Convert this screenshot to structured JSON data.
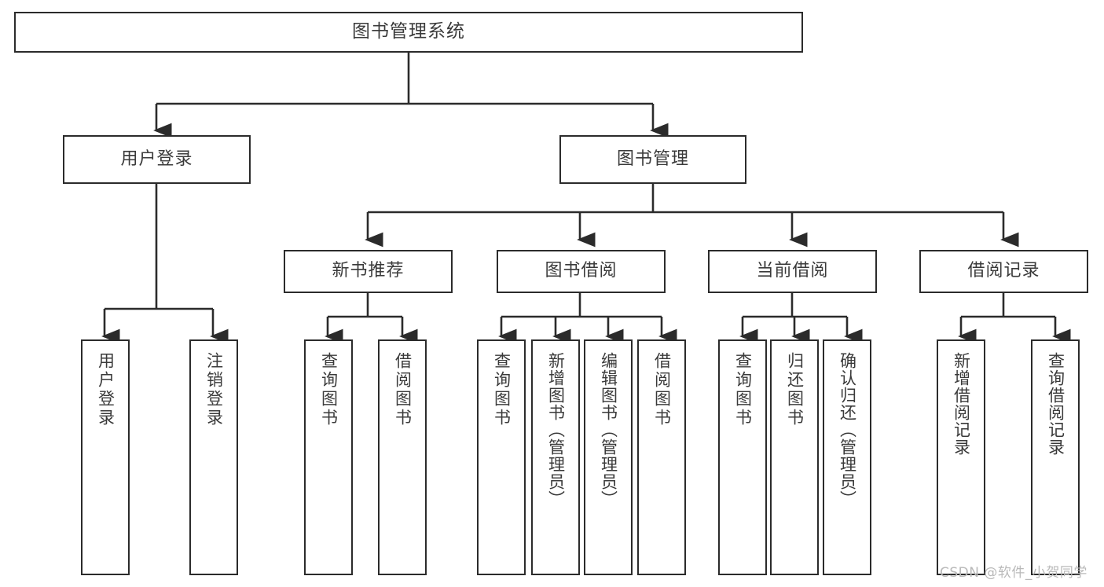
{
  "diagram": {
    "title": "图书管理系统",
    "type": "hierarchy-tree",
    "watermark": "CSDN @软件_小贺同学",
    "colors": {
      "box_border": "#2b2b2b",
      "box_fill": "#ffffff",
      "text": "#3a3a3a",
      "edge": "#2b2b2b",
      "watermark": "#b9b9b9",
      "background": "#ffffff"
    },
    "nodes": {
      "root": {
        "label": "图书管理系统"
      },
      "level2": [
        {
          "id": "user-login",
          "label": "用户登录"
        },
        {
          "id": "book-management",
          "label": "图书管理"
        }
      ],
      "level3": [
        {
          "id": "new-book-recommend",
          "label": "新书推荐"
        },
        {
          "id": "book-borrow",
          "label": "图书借阅"
        },
        {
          "id": "current-borrow",
          "label": "当前借阅"
        },
        {
          "id": "borrow-record",
          "label": "借阅记录"
        }
      ],
      "leaves": [
        {
          "id": "leaf-user-login",
          "label": "用户登录",
          "parent": "user-login"
        },
        {
          "id": "leaf-logout-login",
          "label": "注销登录",
          "parent": "user-login"
        },
        {
          "id": "leaf-query-book-1",
          "label": "查询图书",
          "parent": "new-book-recommend"
        },
        {
          "id": "leaf-borrow-book-1",
          "label": "借阅图书",
          "parent": "new-book-recommend"
        },
        {
          "id": "leaf-query-book-2",
          "label": "查询图书",
          "parent": "book-borrow"
        },
        {
          "id": "leaf-add-book",
          "label": "新增图书（管理员）",
          "parent": "book-borrow"
        },
        {
          "id": "leaf-edit-book",
          "label": "编辑图书（管理员）",
          "parent": "book-borrow"
        },
        {
          "id": "leaf-borrow-book-2",
          "label": "借阅图书",
          "parent": "book-borrow"
        },
        {
          "id": "leaf-query-book-3",
          "label": "查询图书",
          "parent": "current-borrow"
        },
        {
          "id": "leaf-return-book",
          "label": "归还图书",
          "parent": "current-borrow"
        },
        {
          "id": "leaf-confirm-return",
          "label": "确认归还（管理员）",
          "parent": "current-borrow"
        },
        {
          "id": "leaf-add-record",
          "label": "新增借阅记录",
          "parent": "borrow-record"
        },
        {
          "id": "leaf-query-record",
          "label": "查询借阅记录",
          "parent": "borrow-record"
        }
      ]
    }
  }
}
